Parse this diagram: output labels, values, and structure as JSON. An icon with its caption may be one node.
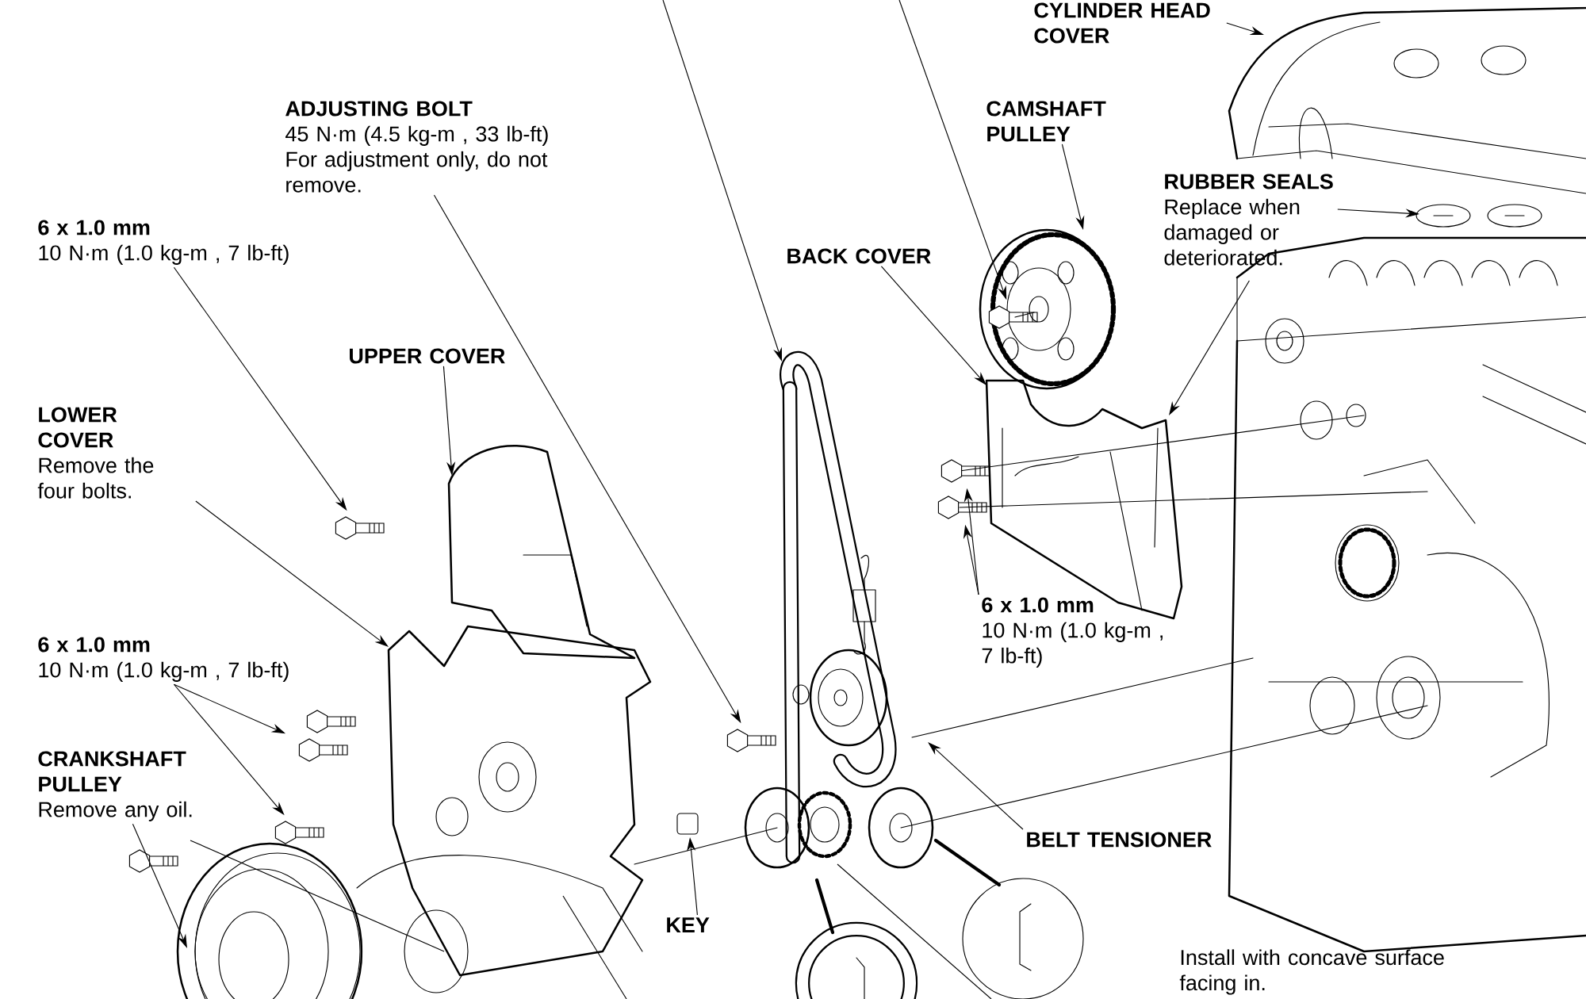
{
  "diagram": {
    "nodes": [
      {
        "text": [
          "ADJUSTING BOLT",
          "45 N·m (4.5 kg-m , 33 lb-ft) For adjustment only, do not remove."
        ]
      },
      {
        "text": [
          "6 x 1.0 mm",
          "10 N·m (1.0 kg-m , 7 lb-ft)"
        ]
      },
      {
        "text": [
          "UPPER COVER"
        ]
      },
      {
        "text": [
          "LOWER COVER",
          "Remove the four bolts."
        ]
      },
      {
        "text": [
          "6 x 1.0 mm",
          "10 N·m (1.0 kg-m , 7 lb-ft)"
        ]
      },
      {
        "text": [
          "CRANKSHAFT PULLEY",
          "Remove any oil."
        ]
      },
      {
        "text": [
          "KEY"
        ]
      },
      {
        "text": [
          "BELT TENSIONER"
        ]
      },
      {
        "text": [
          "BACK COVER"
        ]
      },
      {
        "text": [
          "CAMSHAFT PULLEY"
        ]
      },
      {
        "text": [
          "RUBBER SEALS",
          "Replace when damaged or deteriorated."
        ]
      },
      {
        "text": [
          "CYLINDER HEAD COVER"
        ]
      },
      {
        "text": [
          "6 x 1.0 mm",
          "10 N·m (1.0 kg-m , 7 lb-ft)"
        ]
      },
      {
        "text": [],
        "shape": "picture"
      },
      {
        "text": [],
        "shape": "picture"
      },
      {
        "text": [],
        "shape": "picture"
      },
      {
        "text": [],
        "shape": "picture"
      },
      {
        "text": [],
        "shape": "picture"
      },
      {
        "text": [],
        "shape": "picture"
      },
      {
        "text": [],
        "shape": "picture"
      },
      {
        "text": [],
        "shape": "picture"
      },
      {
        "text": [],
        "shape": "picture"
      }
    ],
    "edges": [
      {
        "from": 0,
        "to": 18,
        "arrow": "to"
      },
      {
        "from": 1,
        "to": 17,
        "arrow": "to"
      },
      {
        "from": 2,
        "to": null,
        "arrow": "to"
      },
      {
        "from": 3,
        "to": null,
        "arrow": "to"
      },
      {
        "from": 4,
        "to": 15,
        "arrow": "to"
      },
      {
        "from": 4,
        "to": 14,
        "arrow": "to"
      },
      {
        "from": 5,
        "to": null,
        "arrow": "to"
      },
      {
        "from": 6,
        "to": null,
        "arrow": "to"
      },
      {
        "from": 7,
        "to": null,
        "arrow": "to"
      },
      {
        "from": 8,
        "to": null,
        "arrow": "to"
      },
      {
        "from": 9,
        "to": null,
        "arrow": "to"
      },
      {
        "from": 10,
        "to": null,
        "arrow": "to"
      },
      {
        "from": 10,
        "to": null,
        "arrow": "to"
      },
      {
        "from": 11,
        "to": null,
        "arrow": "to"
      },
      {
        "from": 12,
        "to": 20,
        "arrow": "to"
      },
      {
        "from": 12,
        "to": 19,
        "arrow": "to"
      },
      {
        "from": null,
        "to": 21,
        "arrow": "to"
      }
    ],
    "labels": [
      "Install with concave surface facing in."
    ]
  }
}
